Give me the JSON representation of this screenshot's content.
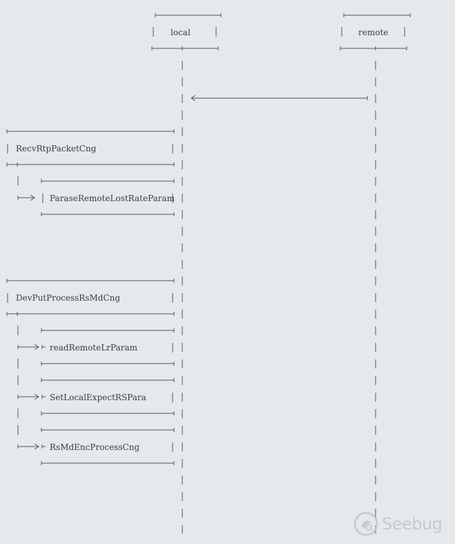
{
  "participants": {
    "local": "local",
    "remote": "remote"
  },
  "boxes": {
    "recv": "RecvRtpPacketCng",
    "parse": "ParaseRemoteLostRateParam",
    "devput": "DevPutProcessRsMdCng",
    "read": "readRemoteLrParam",
    "setlocal": "SetLocalExpectRSPara",
    "rsmd": "RsMdEncProcessCng"
  },
  "watermark": {
    "text": "Seebug",
    "icon": "seebug-logo-icon"
  },
  "colors": {
    "background": "#e5e9ec",
    "line": "#555555",
    "text": "#3b3b3b",
    "watermark": "#bfc5ca"
  }
}
